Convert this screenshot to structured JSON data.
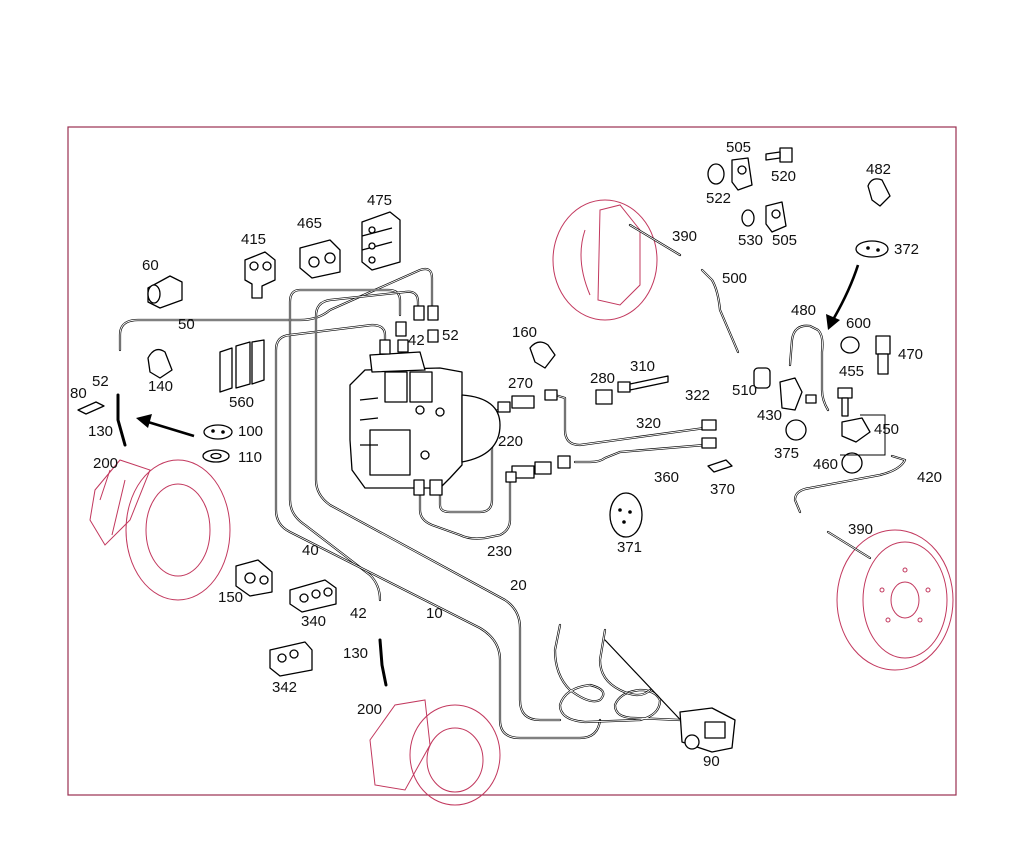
{
  "labels": {
    "l10": "10",
    "l20": "20",
    "l40": "40",
    "l42a": "42",
    "l42b": "42",
    "l50": "50",
    "l52a": "52",
    "l52b": "52",
    "l60": "60",
    "l80": "80",
    "l90": "90",
    "l100": "100",
    "l110": "110",
    "l130a": "130",
    "l130b": "130",
    "l140": "140",
    "l150": "150",
    "l160": "160",
    "l200a": "200",
    "l200b": "200",
    "l220": "220",
    "l230": "230",
    "l270": "270",
    "l280": "280",
    "l310": "310",
    "l320": "320",
    "l322": "322",
    "l340": "340",
    "l342": "342",
    "l360": "360",
    "l370": "370",
    "l371": "371",
    "l372": "372",
    "l375": "375",
    "l390a": "390",
    "l390b": "390",
    "l415": "415",
    "l420": "420",
    "l430": "430",
    "l450": "450",
    "l455": "455",
    "l460": "460",
    "l465": "465",
    "l470": "470",
    "l475": "475",
    "l480": "480",
    "l482": "482",
    "l500": "500",
    "l505a": "505",
    "l505b": "505",
    "l510": "510",
    "l520": "520",
    "l522": "522",
    "l530": "530",
    "l560": "560",
    "l600": "600"
  }
}
